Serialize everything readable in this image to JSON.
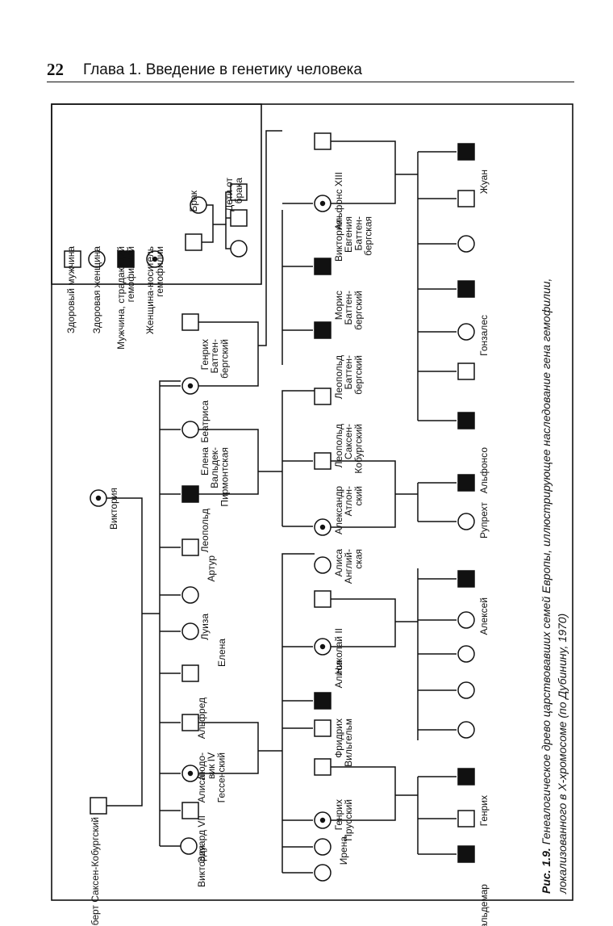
{
  "header": {
    "page_number": "22",
    "chapter_title": "Глава 1. Введение в генетику человека"
  },
  "caption": {
    "label": "Рис. 1.9.",
    "line1": "Генеалогическое древо царствовавших семей Европы, иллюстрирующее наследование гена гемофилии,",
    "line2": "локализованного в Х-хромосоме (по Дубинину, 1970)"
  },
  "legend": {
    "healthy_male": "Здоровый мужчина",
    "healthy_female": "Здоровая женщина",
    "affected_male_1": "Мужчина, страдающий",
    "affected_male_2": "гемофилией",
    "carrier_female_1": "Женщина-носитель",
    "carrier_female_2": "гемофилии",
    "marriage": "Брак",
    "children_1": "Дети от",
    "children_2": "брака"
  },
  "people": {
    "albert": [
      "Альберт Саксен-Кобургский"
    ],
    "victoria": [
      "Виктория"
    ],
    "g1_victoria": [
      "Виктория"
    ],
    "g1_eduard": [
      "Эдуард VII"
    ],
    "g1_alisa": [
      "Алиса"
    ],
    "g1_ludwig": [
      "Людо-",
      "вик IV",
      "Гессенский"
    ],
    "g1_alfred": [
      "Альфред"
    ],
    "g1_elena": [
      "Елена"
    ],
    "g1_luiza": [
      "Луиза"
    ],
    "g1_artur": [
      "Артур"
    ],
    "g1_leopold": [
      "Леопольд"
    ],
    "g1_elena_w": [
      "Елена",
      "Вальдек-",
      "Пирмонтская"
    ],
    "g1_beatrisa": [
      "Беатриса"
    ],
    "g1_henry_b": [
      "Генрих",
      "Баттен-",
      "бергский"
    ],
    "g2_irena": [
      "Ирена"
    ],
    "g2_henry_p": [
      "Генрих",
      "Прусский"
    ],
    "g2_friedrich": [
      "Фридрих",
      "Вильгельм"
    ],
    "g2_alisa": [
      "Алиса"
    ],
    "g2_nikolai": [
      "Николай II"
    ],
    "g2_alisa_a": [
      "Алиса",
      "Англий-",
      "ская"
    ],
    "g2_alexander": [
      "Александр",
      "Атлон-",
      "ский"
    ],
    "g2_leopold_s": [
      "Леопольд",
      "Саксен-",
      "Кобургский"
    ],
    "g2_leopold_b": [
      "Леопольд",
      "Баттен-",
      "бергский"
    ],
    "g2_moris": [
      "Морис",
      "Баттен-",
      "бергский"
    ],
    "g2_victoria_e": [
      "Виктория-",
      "Евгения",
      "Баттен-",
      "бергская"
    ],
    "g2_alfonso13": [
      "Альфонс XIII"
    ],
    "g3_valdemar": [
      "Вальдемар"
    ],
    "g3_henry": [
      "Генрих"
    ],
    "g3_aleksei": [
      "Алексей"
    ],
    "g3_rupert": [
      "Рупрехт"
    ],
    "g3_alfonso": [
      "Альфонсо"
    ],
    "g3_gonzalo": [
      "Гонзалес"
    ],
    "g3_juan": [
      "Жуан"
    ]
  }
}
